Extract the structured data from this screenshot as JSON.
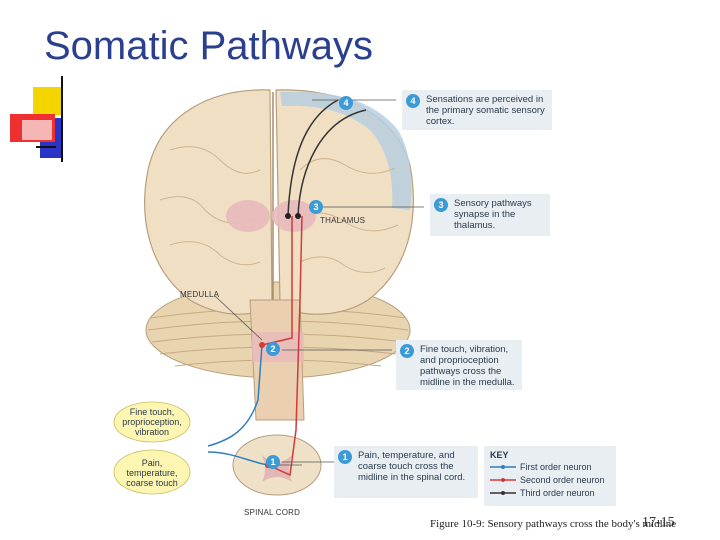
{
  "title": "Somatic Pathways",
  "page_number": "17-15",
  "caption": "Figure 10-9: Sensory pathways cross the body's midline",
  "callouts": [
    {
      "number": "4",
      "text": "Sensations are perceived in the primary somatic sensory cortex."
    },
    {
      "number": "3",
      "text": "Sensory pathways synapse in the thalamus."
    },
    {
      "number": "2",
      "text": "Fine touch, vibration, and proprioception pathways cross the midline in the medulla."
    },
    {
      "number": "1",
      "text": "Pain, temperature, and coarse touch cross the midline in the spinal cord."
    }
  ],
  "markers": [
    "4",
    "3",
    "2",
    "1"
  ],
  "labels": {
    "thalamus": "THALAMUS",
    "medulla": "MEDULLA",
    "spinal_cord": "SPINAL CORD"
  },
  "stimuli": [
    {
      "text": "Fine touch, proprioception, vibration"
    },
    {
      "text": "Pain, temperature, coarse touch"
    }
  ],
  "key": {
    "title": "KEY",
    "items": [
      {
        "label": "First order neuron",
        "color": "#2f7fbf"
      },
      {
        "label": "Second order neuron",
        "color": "#d13a3a"
      },
      {
        "label": "Third order neuron",
        "color": "#333333"
      }
    ]
  },
  "colors": {
    "title": "#2b3f8f",
    "callout_bg": "#e9eef3",
    "badge": "#3c9ad6",
    "brain": "#f1dfc3",
    "cortex_highlight": "#b9cfe0",
    "stimulus_bg": "#fdf6b3"
  }
}
